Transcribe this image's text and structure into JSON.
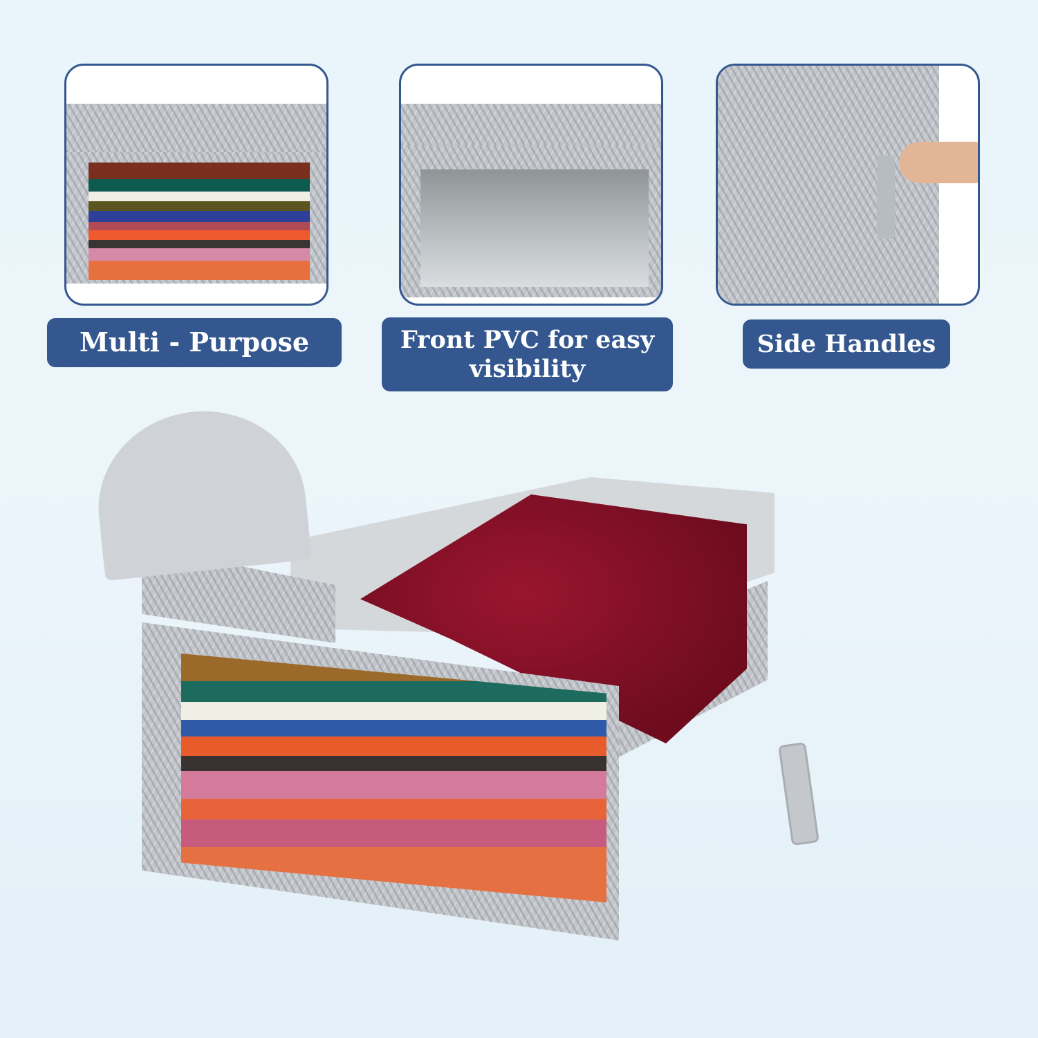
{
  "features": [
    {
      "label": "Multi - Purpose",
      "image": "box-with-folded-clothes"
    },
    {
      "label": "Front PVC for easy visibility",
      "label_line1": "Front PVC for easy",
      "label_line2": "visibility",
      "image": "empty-box-clear-window"
    },
    {
      "label": "Side Handles",
      "image": "hand-pulling-side-handle"
    }
  ],
  "main_image": "storage-box-with-open-lid-maroon-shawl-and-stacked-clothes",
  "colors": {
    "accent": "#34578f",
    "background": "#e9f5fb",
    "fabric": "#c3c7cc",
    "maroon": "#7e0f22"
  }
}
